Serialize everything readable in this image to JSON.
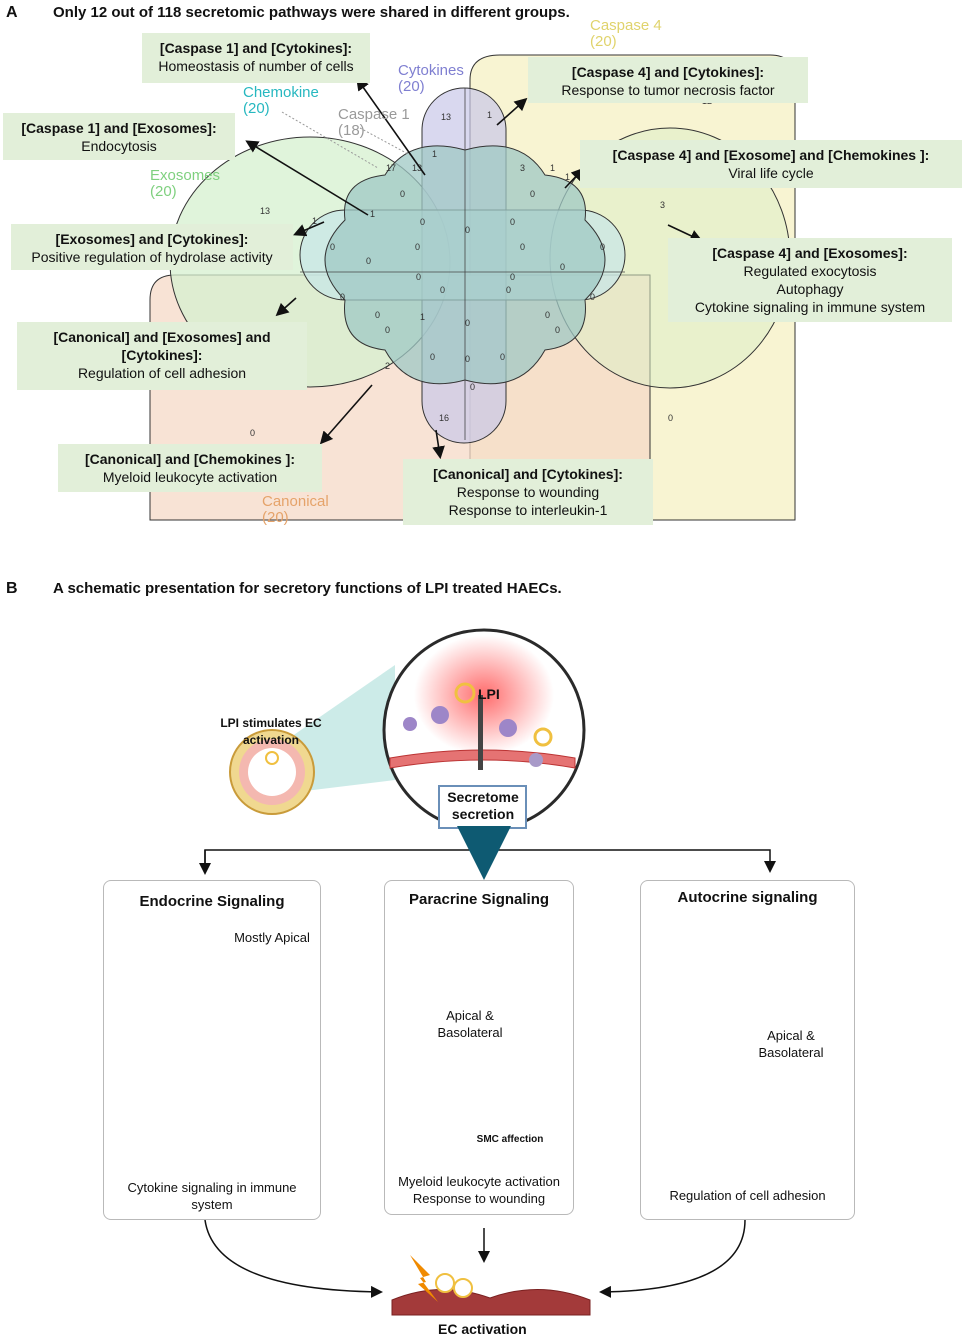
{
  "panel_a": {
    "letter": "A",
    "title": "Only 12 out of 118 secretomic pathways were shared in different groups.",
    "sets": [
      {
        "name": "Caspase 4",
        "count": "(20)",
        "color": "#e6dc74"
      },
      {
        "name": "Cytokines",
        "count": "(20)",
        "color": "#7f7fd1"
      },
      {
        "name": "Chemokine",
        "count": "(20)",
        "color": "#27b8c0"
      },
      {
        "name": "Caspase 1",
        "count": "(18)",
        "color": "#9a9a9a"
      },
      {
        "name": "Exosomes",
        "count": "(20)",
        "color": "#8fd68f"
      },
      {
        "name": "Canonical",
        "count": "(20)",
        "color": "#e5a36a"
      }
    ],
    "callouts": [
      {
        "head": "[Caspase 1] and [Cytokines]:",
        "lines": [
          "Homeostasis of number of cells"
        ]
      },
      {
        "head": "[Caspase 4] and [Cytokines]:",
        "lines": [
          "Response to tumor necrosis factor"
        ]
      },
      {
        "head": "[Caspase 1] and [Exosomes]:",
        "lines": [
          "Endocytosis"
        ]
      },
      {
        "head": "[Caspase 4] and [Exosome] and [Chemokines ]:",
        "lines": [
          "Viral life cycle"
        ]
      },
      {
        "head": "[Exosomes] and [Cytokines]:",
        "lines": [
          "Positive regulation of hydrolase activity"
        ]
      },
      {
        "head": "[Caspase 4] and [Exosomes]:",
        "lines": [
          "Regulated exocytosis",
          "Autophagy",
          "Cytokine signaling in immune system"
        ]
      },
      {
        "head": "[Canonical] and [Exosomes] and [Cytokines]:",
        "lines": [
          "Regulation of cell adhesion"
        ]
      },
      {
        "head": "[Canonical] and [Chemokines ]:",
        "lines": [
          "Myeloid leukocyte activation"
        ]
      },
      {
        "head": "[Canonical] and [Cytokines]:",
        "lines": [
          "Response to wounding",
          "Response to interleukin-1"
        ]
      }
    ],
    "region_counts": [
      "13",
      "1",
      "17",
      "13",
      "1",
      "3",
      "1",
      "13",
      "1",
      "1",
      "1",
      "3",
      "0",
      "0",
      "0",
      "0",
      "0",
      "0",
      "0",
      "0",
      "0",
      "0",
      "0",
      "0",
      "0",
      "0",
      "0",
      "0",
      "0",
      "0",
      "0",
      "0",
      "0",
      "0",
      "0",
      "0",
      "0",
      "0",
      "1",
      "2",
      "16",
      "0",
      "0",
      "12"
    ]
  },
  "panel_b": {
    "letter": "B",
    "title": "A schematic presentation for secretory functions of LPI treated HAECs.",
    "lpi_label": "LPI",
    "stimulates_label": "LPI stimulates EC activation",
    "secretome_label": "Secretome secretion",
    "cards": [
      {
        "title": "Endocrine Signaling",
        "sublabel": "Mostly Apical",
        "caption": [
          "Cytokine signaling in immune",
          "system"
        ]
      },
      {
        "title": "Paracrine Signaling",
        "sublabel": "Apical & Basolateral",
        "inset": "SMC affection",
        "caption": [
          "Myeloid leukocyte activation",
          "Response to wounding"
        ]
      },
      {
        "title": "Autocrine signaling",
        "sublabel": "Apical & Basolateral",
        "caption": [
          "Regulation of cell adhesion"
        ]
      }
    ],
    "bottom_label": "EC activation",
    "colors": {
      "endothelium": "#a33a3a",
      "accent_blue": "#0e5a72",
      "leukocyte": "#9d86c8",
      "lpi": "#f0c040"
    }
  }
}
